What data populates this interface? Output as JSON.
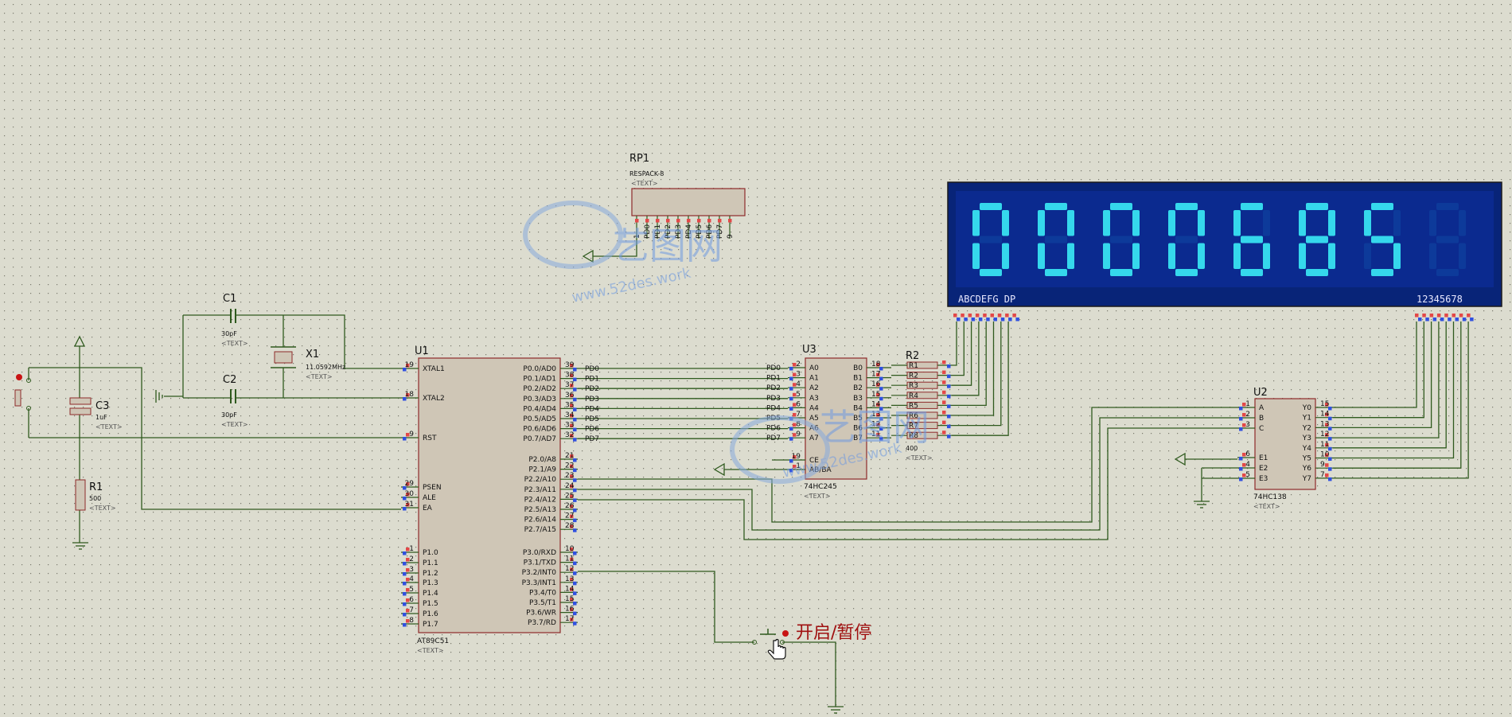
{
  "parts": {
    "rp1": {
      "ref": "RP1",
      "value": "RESPACK-8",
      "text": "<TEXT>",
      "pins": [
        "1",
        "PD0",
        "PD1",
        "PD2",
        "PD3",
        "PD4",
        "PD5",
        "PD6",
        "PD7",
        "9"
      ]
    },
    "c1": {
      "ref": "C1",
      "value": "30pF",
      "text": "<TEXT>"
    },
    "c2": {
      "ref": "C2",
      "value": "30pF",
      "text": "<TEXT>"
    },
    "x1": {
      "ref": "X1",
      "value": "11.0592MHz",
      "text": "<TEXT>"
    },
    "c3": {
      "ref": "C3",
      "value": "1uF",
      "text": "<TEXT>"
    },
    "r1": {
      "ref": "R1",
      "value": "500",
      "text": "<TEXT>"
    },
    "u1": {
      "ref": "U1",
      "value": "AT89C51",
      "text": "<TEXT>",
      "left": [
        {
          "name": "XTAL1",
          "num": "19"
        },
        {
          "name": "XTAL2",
          "num": "18"
        },
        {
          "name": "RST",
          "num": "9"
        },
        {
          "name": "PSEN",
          "num": "29"
        },
        {
          "name": "ALE",
          "num": "30"
        },
        {
          "name": "EA",
          "num": "31"
        },
        {
          "name": "P1.0",
          "num": "1"
        },
        {
          "name": "P1.1",
          "num": "2"
        },
        {
          "name": "P1.2",
          "num": "3"
        },
        {
          "name": "P1.3",
          "num": "4"
        },
        {
          "name": "P1.4",
          "num": "5"
        },
        {
          "name": "P1.5",
          "num": "6"
        },
        {
          "name": "P1.6",
          "num": "7"
        },
        {
          "name": "P1.7",
          "num": "8"
        }
      ],
      "right": [
        {
          "name": "P0.0/AD0",
          "num": "39",
          "net": "PD0"
        },
        {
          "name": "P0.1/AD1",
          "num": "38",
          "net": "PD1"
        },
        {
          "name": "P0.2/AD2",
          "num": "37",
          "net": "PD2"
        },
        {
          "name": "P0.3/AD3",
          "num": "36",
          "net": "PD3"
        },
        {
          "name": "P0.4/AD4",
          "num": "35",
          "net": "PD4"
        },
        {
          "name": "P0.5/AD5",
          "num": "34",
          "net": "PD5"
        },
        {
          "name": "P0.6/AD6",
          "num": "33",
          "net": "PD6"
        },
        {
          "name": "P0.7/AD7",
          "num": "32",
          "net": "PD7"
        },
        {
          "name": "P2.0/A8",
          "num": "21"
        },
        {
          "name": "P2.1/A9",
          "num": "22"
        },
        {
          "name": "P2.2/A10",
          "num": "23"
        },
        {
          "name": "P2.3/A11",
          "num": "24"
        },
        {
          "name": "P2.4/A12",
          "num": "25"
        },
        {
          "name": "P2.5/A13",
          "num": "26"
        },
        {
          "name": "P2.6/A14",
          "num": "27"
        },
        {
          "name": "P2.7/A15",
          "num": "28"
        },
        {
          "name": "P3.0/RXD",
          "num": "10"
        },
        {
          "name": "P3.1/TXD",
          "num": "11"
        },
        {
          "name": "P3.2/INT0",
          "num": "12"
        },
        {
          "name": "P3.3/INT1",
          "num": "13"
        },
        {
          "name": "P3.4/T0",
          "num": "14"
        },
        {
          "name": "P3.5/T1",
          "num": "15"
        },
        {
          "name": "P3.6/WR",
          "num": "16"
        },
        {
          "name": "P3.7/RD",
          "num": "17"
        }
      ]
    },
    "u3": {
      "ref": "U3",
      "value": "74HC245",
      "text": "<TEXT>",
      "left": [
        {
          "name": "A0",
          "num": "2",
          "net": "PD0"
        },
        {
          "name": "A1",
          "num": "3",
          "net": "PD1"
        },
        {
          "name": "A2",
          "num": "4",
          "net": "PD2"
        },
        {
          "name": "A3",
          "num": "5",
          "net": "PD3"
        },
        {
          "name": "A4",
          "num": "6",
          "net": "PD4"
        },
        {
          "name": "A5",
          "num": "7",
          "net": "PD5"
        },
        {
          "name": "A6",
          "num": "8",
          "net": "PD6"
        },
        {
          "name": "A7",
          "num": "9",
          "net": "PD7"
        },
        {
          "name": "CE",
          "num": "19"
        },
        {
          "name": "AB/BA",
          "num": "1"
        }
      ],
      "right": [
        {
          "name": "B0",
          "num": "18"
        },
        {
          "name": "B1",
          "num": "17"
        },
        {
          "name": "B2",
          "num": "16"
        },
        {
          "name": "B3",
          "num": "15"
        },
        {
          "name": "B4",
          "num": "14"
        },
        {
          "name": "B5",
          "num": "13"
        },
        {
          "name": "B6",
          "num": "12"
        },
        {
          "name": "B7",
          "num": "11"
        }
      ]
    },
    "r2": {
      "ref": "R2",
      "value": "400",
      "text": "<TEXT>",
      "resistors": [
        "R1",
        "R2",
        "R3",
        "R4",
        "R5",
        "R6",
        "R7",
        "R8"
      ]
    },
    "u2": {
      "ref": "U2",
      "value": "74HC138",
      "text": "<TEXT>",
      "left": [
        {
          "name": "A",
          "num": "1"
        },
        {
          "name": "B",
          "num": "2"
        },
        {
          "name": "C",
          "num": "3"
        },
        {
          "name": "E1",
          "num": "6"
        },
        {
          "name": "E2",
          "num": "4"
        },
        {
          "name": "E3",
          "num": "5"
        }
      ],
      "right": [
        {
          "name": "Y0",
          "num": "15"
        },
        {
          "name": "Y1",
          "num": "14"
        },
        {
          "name": "Y2",
          "num": "13"
        },
        {
          "name": "Y3",
          "num": "12"
        },
        {
          "name": "Y4",
          "num": "11"
        },
        {
          "name": "Y5",
          "num": "10"
        },
        {
          "name": "Y6",
          "num": "9"
        },
        {
          "name": "Y7",
          "num": "7"
        }
      ]
    },
    "display": {
      "digits": [
        "0",
        "0",
        "0",
        "0",
        "6",
        "8",
        "5",
        ""
      ],
      "segment_label": "ABCDEFG DP",
      "common_label": "12345678"
    },
    "button": {
      "label": "开启/暂停"
    }
  },
  "watermark": {
    "brand": "艺图网",
    "url": "www.52des.work"
  },
  "colors": {
    "background": "#dcdccf",
    "wire": "#2f5a1e",
    "body": "#cfc6b6",
    "body_border": "#8e2a2a",
    "display_bg": "#0b2a8f",
    "segment_on": "#35d8ec",
    "segment_off": "#0d3a9a",
    "label_red": "#a01010"
  }
}
